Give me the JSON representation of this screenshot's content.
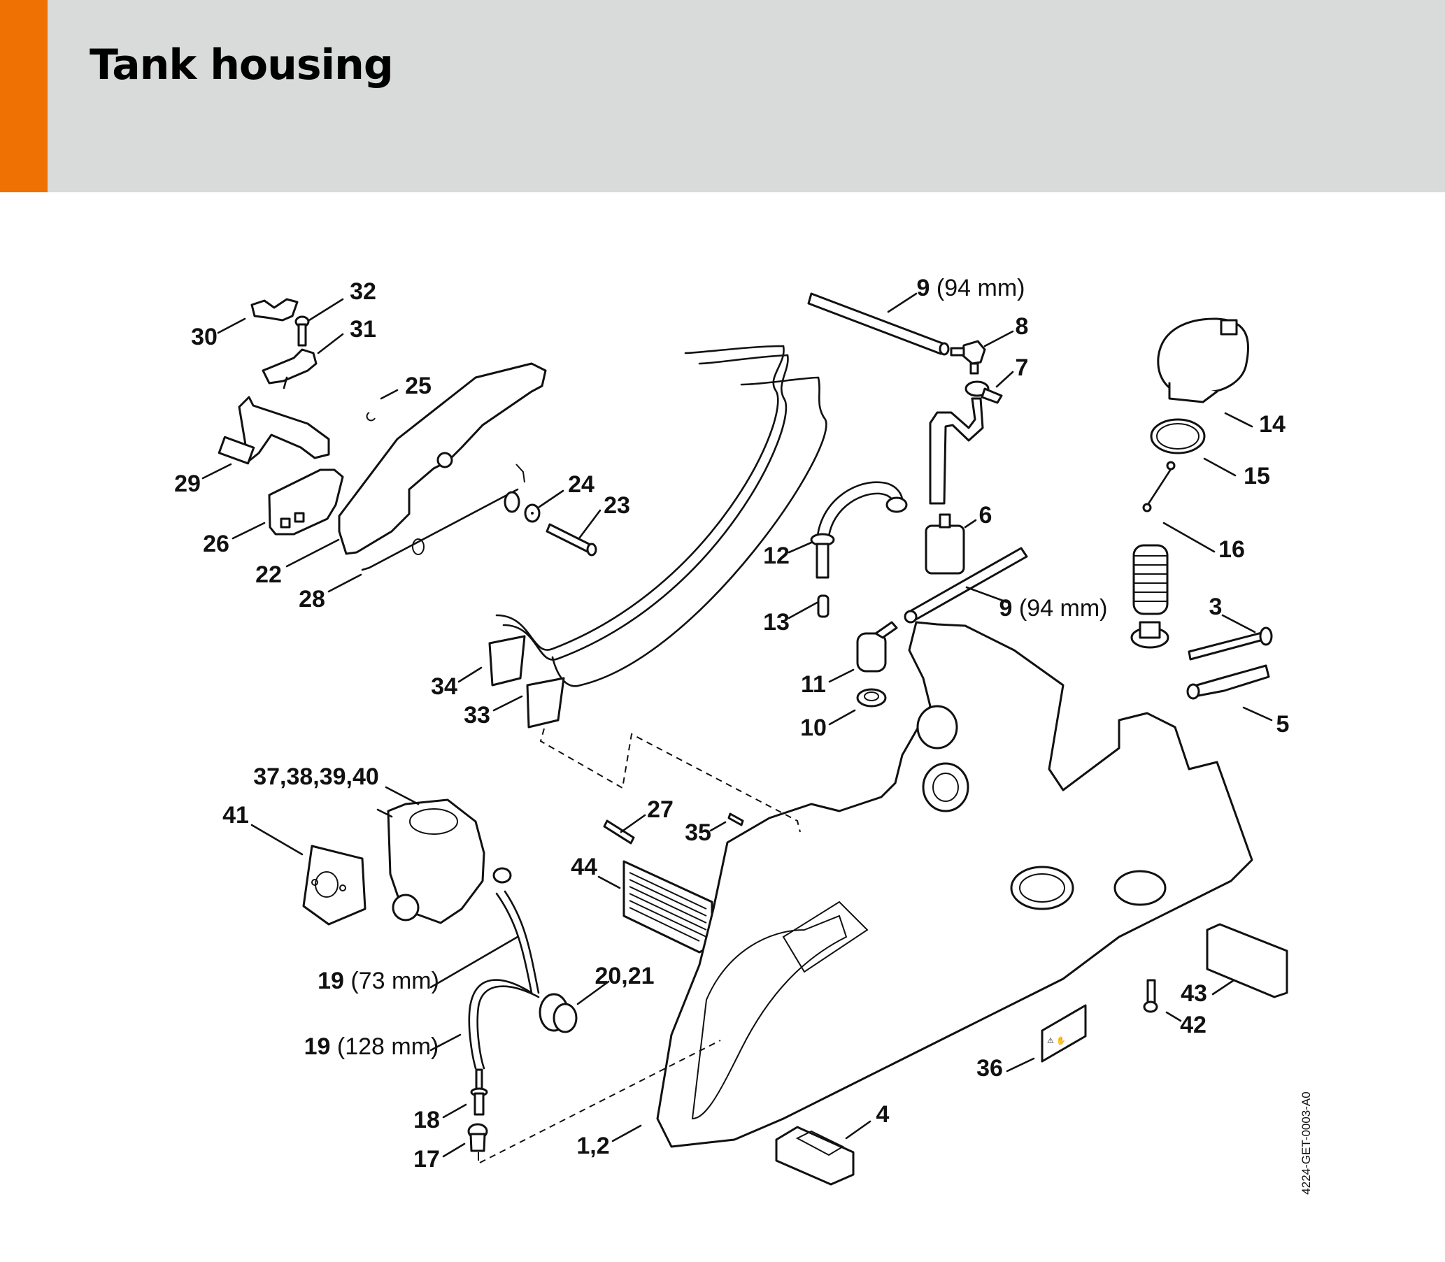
{
  "header": {
    "title": "Tank housing",
    "accent_color": "#ef7003",
    "background_color": "#d9dbda"
  },
  "diagram": {
    "reference_code": "4224-GET-0003-A0",
    "callouts": [
      {
        "id": "c32",
        "number": "32",
        "dimension": ""
      },
      {
        "id": "c30",
        "number": "30",
        "dimension": ""
      },
      {
        "id": "c31",
        "number": "31",
        "dimension": ""
      },
      {
        "id": "c25",
        "number": "25",
        "dimension": ""
      },
      {
        "id": "c29",
        "number": "29",
        "dimension": ""
      },
      {
        "id": "c26",
        "number": "26",
        "dimension": ""
      },
      {
        "id": "c22",
        "number": "22",
        "dimension": ""
      },
      {
        "id": "c28",
        "number": "28",
        "dimension": ""
      },
      {
        "id": "c24",
        "number": "24",
        "dimension": ""
      },
      {
        "id": "c23",
        "number": "23",
        "dimension": ""
      },
      {
        "id": "c9a",
        "number": "9",
        "dimension": "(94 mm)"
      },
      {
        "id": "c8",
        "number": "8",
        "dimension": ""
      },
      {
        "id": "c7",
        "number": "7",
        "dimension": ""
      },
      {
        "id": "c14",
        "number": "14",
        "dimension": ""
      },
      {
        "id": "c15",
        "number": "15",
        "dimension": ""
      },
      {
        "id": "c16",
        "number": "16",
        "dimension": ""
      },
      {
        "id": "c6",
        "number": "6",
        "dimension": ""
      },
      {
        "id": "c12",
        "number": "12",
        "dimension": ""
      },
      {
        "id": "c9b",
        "number": "9",
        "dimension": "(94 mm)"
      },
      {
        "id": "c13",
        "number": "13",
        "dimension": ""
      },
      {
        "id": "c3",
        "number": "3",
        "dimension": ""
      },
      {
        "id": "c11",
        "number": "11",
        "dimension": ""
      },
      {
        "id": "c10",
        "number": "10",
        "dimension": ""
      },
      {
        "id": "c5",
        "number": "5",
        "dimension": ""
      },
      {
        "id": "c34",
        "number": "34",
        "dimension": ""
      },
      {
        "id": "c33",
        "number": "33",
        "dimension": ""
      },
      {
        "id": "c37",
        "number": "37,38,39,40",
        "dimension": ""
      },
      {
        "id": "c41",
        "number": "41",
        "dimension": ""
      },
      {
        "id": "c27",
        "number": "27",
        "dimension": ""
      },
      {
        "id": "c35",
        "number": "35",
        "dimension": ""
      },
      {
        "id": "c44",
        "number": "44",
        "dimension": ""
      },
      {
        "id": "c19a",
        "number": "19",
        "dimension": "(73 mm)"
      },
      {
        "id": "c20",
        "number": "20,21",
        "dimension": ""
      },
      {
        "id": "c19b",
        "number": "19",
        "dimension": "(128 mm)"
      },
      {
        "id": "c36",
        "number": "36",
        "dimension": ""
      },
      {
        "id": "c43",
        "number": "43",
        "dimension": ""
      },
      {
        "id": "c42",
        "number": "42",
        "dimension": ""
      },
      {
        "id": "c18",
        "number": "18",
        "dimension": ""
      },
      {
        "id": "c4",
        "number": "4",
        "dimension": ""
      },
      {
        "id": "c12b",
        "number": "1,2",
        "dimension": ""
      },
      {
        "id": "c17",
        "number": "17",
        "dimension": ""
      }
    ]
  }
}
